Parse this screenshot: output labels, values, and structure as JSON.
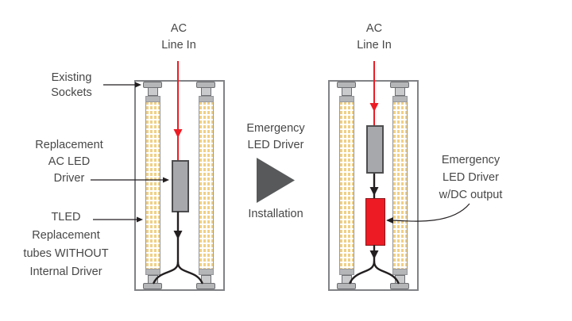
{
  "labels": {
    "ac_line_in_left": "AC\nLine In",
    "ac_line_in_right": "AC\nLine In",
    "existing_sockets": "Existing\nSockets",
    "replacement_ac_led_driver": "Replacement\nAC LED\nDriver",
    "tled_tubes": "TLED\nReplacement\ntubes WITHOUT\nInternal Driver",
    "transition_title": "Emergency\nLED Driver",
    "transition_subtitle": "Installation",
    "emergency_driver_dc": "Emergency\nLED Driver\nw/DC output"
  },
  "colors": {
    "ac_line_red": "#ed1c24",
    "dc_driver_red": "#ed1c24",
    "driver_gray": "#a6a8ab",
    "driver_border": "#4d4d4f",
    "fixture_border": "#808285",
    "transition_triangle": "#58595b",
    "wire_black": "#231f20",
    "led_yellow": "#f0d086",
    "text": "#474747"
  }
}
